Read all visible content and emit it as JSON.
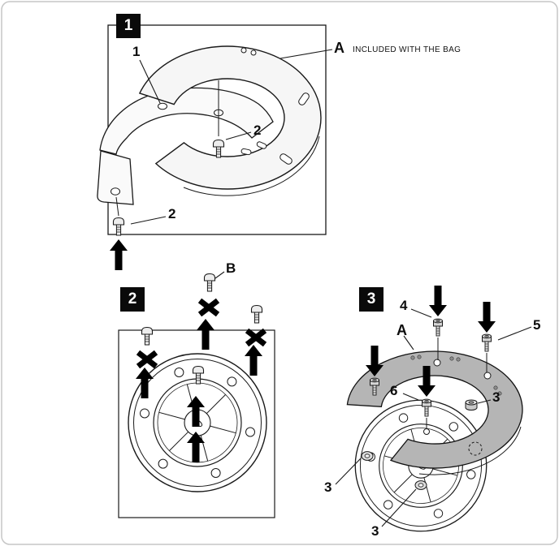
{
  "colors": {
    "line": "#1a1a1a",
    "ring_gray": "#b5b5b5",
    "metal_light": "#ececec",
    "background": "#ffffff",
    "arrow_black": "#000000"
  },
  "step1": {
    "step_number": "1",
    "labels": {
      "part1": "1",
      "partA": "A",
      "partA_note": "INCLUDED WITH THE BAG",
      "screw_upper": "2",
      "screw_lower": "2"
    }
  },
  "step2": {
    "step_number": "2",
    "labels": {
      "discard_screw": "B"
    }
  },
  "step3": {
    "step_number": "3",
    "labels": {
      "screw_top": "4",
      "screw_right": "5",
      "ring": "A",
      "spacer_center": "6",
      "fitting_right": "3",
      "fitting_left": "3",
      "fitting_bottom": "3"
    }
  }
}
